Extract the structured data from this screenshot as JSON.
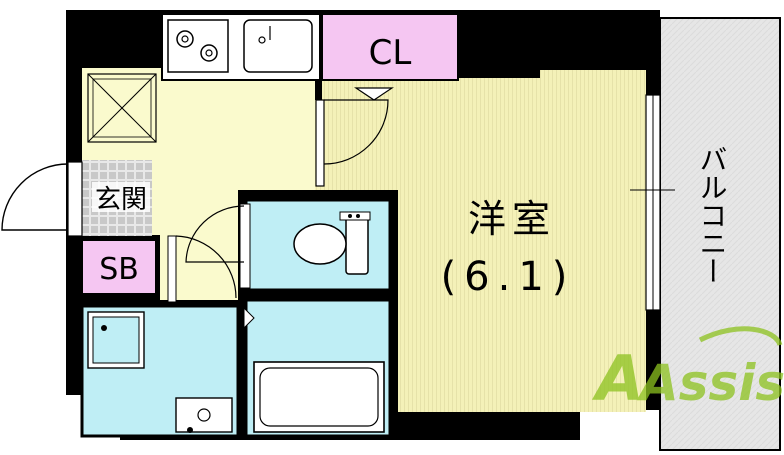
{
  "rooms": {
    "western_room": {
      "name": "洋室",
      "size": "(6.1)"
    },
    "closet": "CL",
    "entrance": "玄関",
    "shoe_box": "SB",
    "balcony": "バルコニー"
  },
  "watermark": "Assist",
  "colors": {
    "wall": "#000000",
    "western_room": "#f4f1b8",
    "kitchen": "#fafacd",
    "wet_area": "#bfeef5",
    "storage": "#f5c6f2",
    "balcony": "#e6e6e6",
    "watermark_green": "#8dc21f",
    "watermark_red": "#e8413b"
  }
}
